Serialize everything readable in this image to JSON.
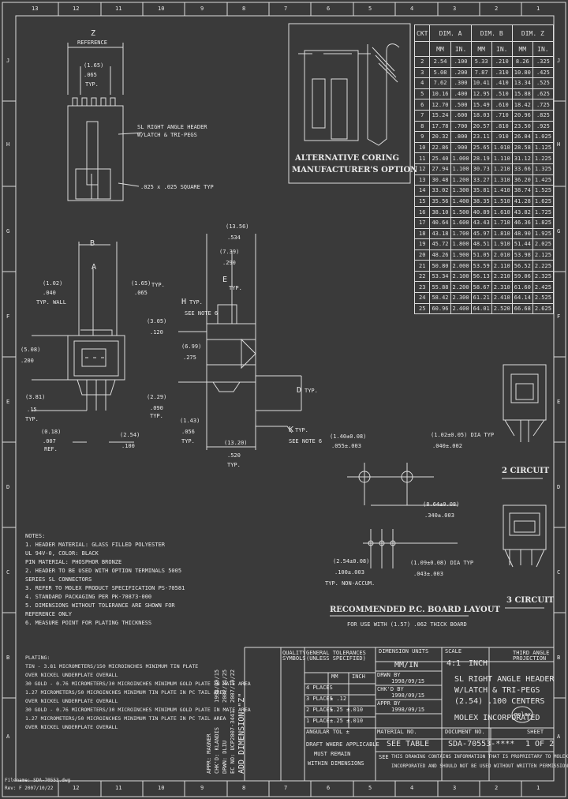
{
  "frame": {
    "top_cols": [
      "13",
      "12",
      "11",
      "10",
      "9",
      "8",
      "7",
      "6",
      "5",
      "4",
      "3",
      "2",
      "1"
    ],
    "bottom_cols": [
      "12",
      "11",
      "10",
      "9",
      "8",
      "7",
      "6",
      "5",
      "4",
      "3",
      "2",
      "1"
    ],
    "rows": [
      "J",
      "H",
      "G",
      "F",
      "E",
      "D",
      "C",
      "B",
      "A"
    ]
  },
  "labels": {
    "z": "Z",
    "reference": "REFERENCE",
    "t165mm": "(1.65)",
    "t065": ".065",
    "typ": "TYP.",
    "slright": "SL RIGHT ANGLE HEADER",
    "wlatch": "W/LATCH & TRI-PEGS",
    "sq": ".025 x .025 SQUARE TYP",
    "b": "B",
    "a": "A",
    "t102": "(1.02)",
    "t040": ".040",
    "typwall": "TYP. WALL",
    "t165b": "(1.65)",
    "t065b": ".065",
    "typb": "TYP.",
    "t305": "(3.05)",
    "t120": ".120",
    "t508": "(5.08)",
    "t200": ".200",
    "t381": "(3.81)",
    "t15": ".15",
    "typc": "TYP.",
    "t229": "(2.29)",
    "t090": ".090",
    "typd": "TYP.",
    "t018": "(0.18)",
    "t007": ".007",
    "ref": "REF.",
    "t254": "(2.54)",
    "t100": ".100",
    "t013": "(13.56)",
    "t534": ".534",
    "t739": "(7.39)",
    "t290": ".290",
    "e": "E",
    "h": "H",
    "d": "D",
    "k": "K",
    "typnote6a": "TYP.",
    "seenote6a": "SEE NOTE 6",
    "t699": "(6.99)",
    "t275": ".275",
    "typd2": "TYP.",
    "seenote6b": "SEE NOTE 6",
    "typk": "TYP.",
    "t143": "(1.43)",
    "t056": ".056",
    "typf": "TYP.",
    "t1320": "(13.20)",
    "t520": ".520",
    "typg": "TYP.",
    "alt1": "ALTERNATIVE CORING",
    "alt2": "MANUFACTURER'S OPTION",
    "pcb1": "(1.40±0.08)",
    "pcb2": ".055±.003",
    "pcb3": "(1.02±0.05) DIA TYP",
    "pcb4": ".040±.002",
    "pcb5": "(8.64±0.08)",
    "pcb6": ".340±.003",
    "pcb7": "(2.54±0.08)",
    "pcb8": ".100±.003",
    "pcb9": "TYP. NON-ACCUM.",
    "pcb10": "(1.09±0.08) DIA TYP",
    "pcb11": ".043±.003",
    "pcb_title": "RECOMMENDED P.C. BOARD LAYOUT",
    "pcb_note": "FOR USE WITH (1.57) .062 THICK BOARD",
    "c2": "2 CIRCUIT",
    "c3": "3 CIRCUIT"
  },
  "notes": [
    "NOTES:",
    "1. HEADER MATERIAL: GLASS FILLED POLYESTER",
    "                  UL 94V-0, COLOR: BLACK",
    "   PIN MATERIAL: PHOSPHOR BRONZE",
    "2. HEADER TO BE USED WITH OPTION TERMINALS 5005",
    "   SERIES SL CONNECTORS",
    "3. REFER TO MOLEX PRODUCT SPECIFICATION PS-70581",
    "4. STANDARD PACKAGING PER PK-70873-000",
    "5. DIMENSIONS WITHOUT TOLERANCE ARE SHOWN FOR",
    "   REFERENCE ONLY",
    "6. MEASURE POINT FOR PLATING THICKNESS"
  ],
  "plating": [
    "PLATING:",
    "TIN - 3.81 MICROMETERS/150 MICROINCHES MINIMUM TIN PLATE",
    "      OVER NICKEL UNDERPLATE OVERALL",
    "30 GOLD - 0.76 MICROMETERS/30 MICROINCHES MINIMUM GOLD PLATE IN MATE AREA",
    "      1.27 MICROMETERS/50 MICROINCHES MINIMUM TIN PLATE IN PC TAIL AREA",
    "      OVER NICKEL UNDERPLATE OVERALL",
    "30 GOLD - 0.76 MICROMETERS/30 MICROINCHES MINIMUM GOLD PLATE IN MATE AREA",
    "      1.27 MICROMETERS/50 MICROINCHES MINIMUM TIN PLATE IN PC TAIL AREA",
    "      OVER NICKEL UNDERPLATE OVERALL"
  ],
  "table": {
    "h_ckt": "CKT",
    "h_a": "DIM. A",
    "h_b": "DIM. B",
    "h_z": "DIM. Z",
    "mm": "MM",
    "in": "IN.",
    "rows": [
      [
        "2",
        "2.54",
        ".100",
        "5.33",
        ".210",
        "8.26",
        ".325"
      ],
      [
        "3",
        "5.08",
        ".200",
        "7.87",
        ".310",
        "10.80",
        ".425"
      ],
      [
        "4",
        "7.62",
        ".300",
        "10.41",
        ".410",
        "13.34",
        ".525"
      ],
      [
        "5",
        "10.16",
        ".400",
        "12.95",
        ".510",
        "15.88",
        ".625"
      ],
      [
        "6",
        "12.70",
        ".500",
        "15.49",
        ".610",
        "18.42",
        ".725"
      ],
      [
        "7",
        "15.24",
        ".600",
        "18.03",
        ".710",
        "20.96",
        ".825"
      ],
      [
        "8",
        "17.78",
        ".700",
        "20.57",
        ".810",
        "23.50",
        ".925"
      ],
      [
        "9",
        "20.32",
        ".800",
        "23.11",
        ".910",
        "26.04",
        "1.025"
      ],
      [
        "10",
        "22.86",
        ".900",
        "25.65",
        "1.010",
        "28.58",
        "1.125"
      ],
      [
        "11",
        "25.40",
        "1.000",
        "28.19",
        "1.110",
        "31.12",
        "1.225"
      ],
      [
        "12",
        "27.94",
        "1.100",
        "30.73",
        "1.210",
        "33.66",
        "1.325"
      ],
      [
        "13",
        "30.48",
        "1.200",
        "33.27",
        "1.310",
        "36.20",
        "1.425"
      ],
      [
        "14",
        "33.02",
        "1.300",
        "35.81",
        "1.410",
        "38.74",
        "1.525"
      ],
      [
        "15",
        "35.56",
        "1.400",
        "38.35",
        "1.510",
        "41.28",
        "1.625"
      ],
      [
        "16",
        "38.10",
        "1.500",
        "40.89",
        "1.610",
        "43.82",
        "1.725"
      ],
      [
        "17",
        "40.64",
        "1.600",
        "43.43",
        "1.710",
        "46.36",
        "1.825"
      ],
      [
        "18",
        "43.18",
        "1.700",
        "45.97",
        "1.810",
        "48.90",
        "1.925"
      ],
      [
        "19",
        "45.72",
        "1.800",
        "48.51",
        "1.910",
        "51.44",
        "2.025"
      ],
      [
        "20",
        "48.26",
        "1.900",
        "51.05",
        "2.010",
        "53.98",
        "2.125"
      ],
      [
        "21",
        "50.80",
        "2.000",
        "53.59",
        "2.110",
        "56.52",
        "2.225"
      ],
      [
        "22",
        "53.34",
        "2.100",
        "56.13",
        "2.210",
        "59.06",
        "2.325"
      ],
      [
        "23",
        "55.88",
        "2.200",
        "58.67",
        "2.310",
        "61.60",
        "2.425"
      ],
      [
        "24",
        "58.42",
        "2.300",
        "61.21",
        "2.410",
        "64.14",
        "2.525"
      ],
      [
        "25",
        "60.96",
        "2.400",
        "64.01",
        "2.520",
        "66.68",
        "2.625"
      ]
    ]
  },
  "titleblock": {
    "qual": "QUALITY SYMBOLS",
    "general": "GENERAL TOLERANCES (UNLESS SPECIFIED)",
    "mm": "MM",
    "in": "INCH",
    "dim_units": "DIMENSION UNITS",
    "units": "MM/IN",
    "scale_l": "SCALE",
    "scale": "4:1",
    "inch_l": "INCH",
    "proj": "THIRD ANGLE PROJECTION",
    "place4": "4 PLACES",
    "place3": "3 PLACES",
    "place2": "2 PLACES",
    "place1": "1 PLACE",
    "v4": "±   ",
    "v3": "± .12",
    "v2": "±.25  ±.010",
    "v1": "±.25 ±.010",
    "angular": "ANGULAR TOL ±   ",
    "drafting1": "DRAFT WHERE APPLICABLE",
    "drafting2": "MUST REMAIN",
    "drafting3": "WITHIN DIMENSIONS",
    "drwn": "DRWN BY",
    "drwn_d": "1998/09/15",
    "chk": "CHK'D BY",
    "chk_d": "1998/09/15",
    "appr": "APPR BY",
    "appr_d": "1998/09/15",
    "title1": "SL RIGHT ANGLE HEADER",
    "title2": "W/LATCH & TRI-PEGS",
    "title3": "(2.54) .100 CENTERS",
    "company": "MOLEX INCORPORATED",
    "mat_l": "MATERIAL NO.",
    "see_table": "SEE TABLE",
    "doc_l": "DOCUMENT NO.",
    "doc": "SDA-70553-****",
    "sheet_l": "SHEET",
    "sheet": "1 OF 2",
    "prop1": "THIS DRAWING CONTAINS INFORMATION THAT IS PROPRIETARY TO MOLEX",
    "prop2": "INCORPORATED AND SHOULD NOT BE USED WITHOUT WRITTEN PERMISSION",
    "see": "SEE",
    "add": "ADD DIMENSION \"Z\"",
    "rev1": "2007/10/22",
    "rev2": "2002/11/25",
    "rev3": "1998/09/15",
    "rev_no": "EC NO: UCP2007-3441",
    "rev_a": "DRWN: DLIU",
    "rev_b": "CHK'D: KLANDIS",
    "rev_c": "APPR: MAGNER",
    "revsym": "REVISION",
    "fn1": "Filename: SDA-70553.dwg",
    "fn2": "Rev: F 2007/10/22"
  }
}
